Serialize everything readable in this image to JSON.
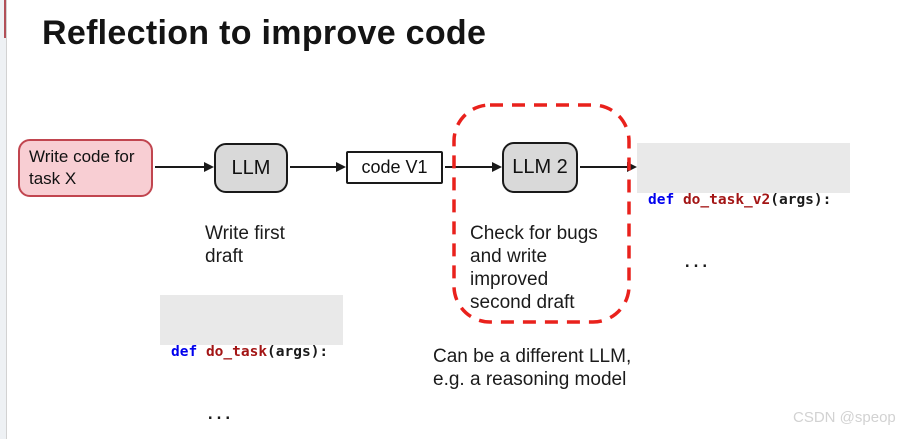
{
  "title": "Reflection to improve code",
  "watermark": "CSDN @speop",
  "flow": {
    "task_label": "Write code for\ntask X",
    "llm_label": "LLM",
    "code_v1_label": "code V1",
    "llm2_label": "LLM 2"
  },
  "annotations": {
    "first_draft": "Write first\ndraft",
    "check_bugs": "Check for bugs\nand write\nimproved\nsecond draft",
    "different_llm": "Can be a different LLM,\ne.g. a reasoning model"
  },
  "code": {
    "draft": {
      "kw": "def",
      "name": "do_task",
      "rest": "(args):",
      "body": "    ..."
    },
    "v2": {
      "kw": "def",
      "name": "do_task_v2",
      "rest": "(args):",
      "body": "    ..."
    }
  },
  "colors": {
    "box_gray": "#d9d9d9",
    "box_pink_bg": "#f8ced3",
    "box_pink_border": "#c1454f",
    "dashed_red": "#e9211c",
    "code_bg": "#e9e9e9",
    "code_keyword": "#0000ee",
    "code_function": "#a31515",
    "arrow_black": "#1a1a1a"
  }
}
